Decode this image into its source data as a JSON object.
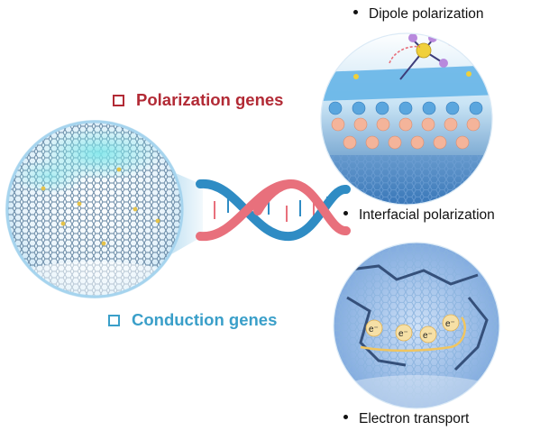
{
  "labels": {
    "dipole": "Dipole polarization",
    "interfacial": "Interfacial polarization",
    "electron": "Electron transport",
    "polarization_genes": "Polarization genes",
    "conduction_genes": "Conduction genes"
  },
  "electron_symbol": "e⁻",
  "colors": {
    "polarization": "#b22a35",
    "conduction": "#3a9fc9",
    "dna_red": "#e8707c",
    "dna_blue": "#2f8cc4"
  }
}
